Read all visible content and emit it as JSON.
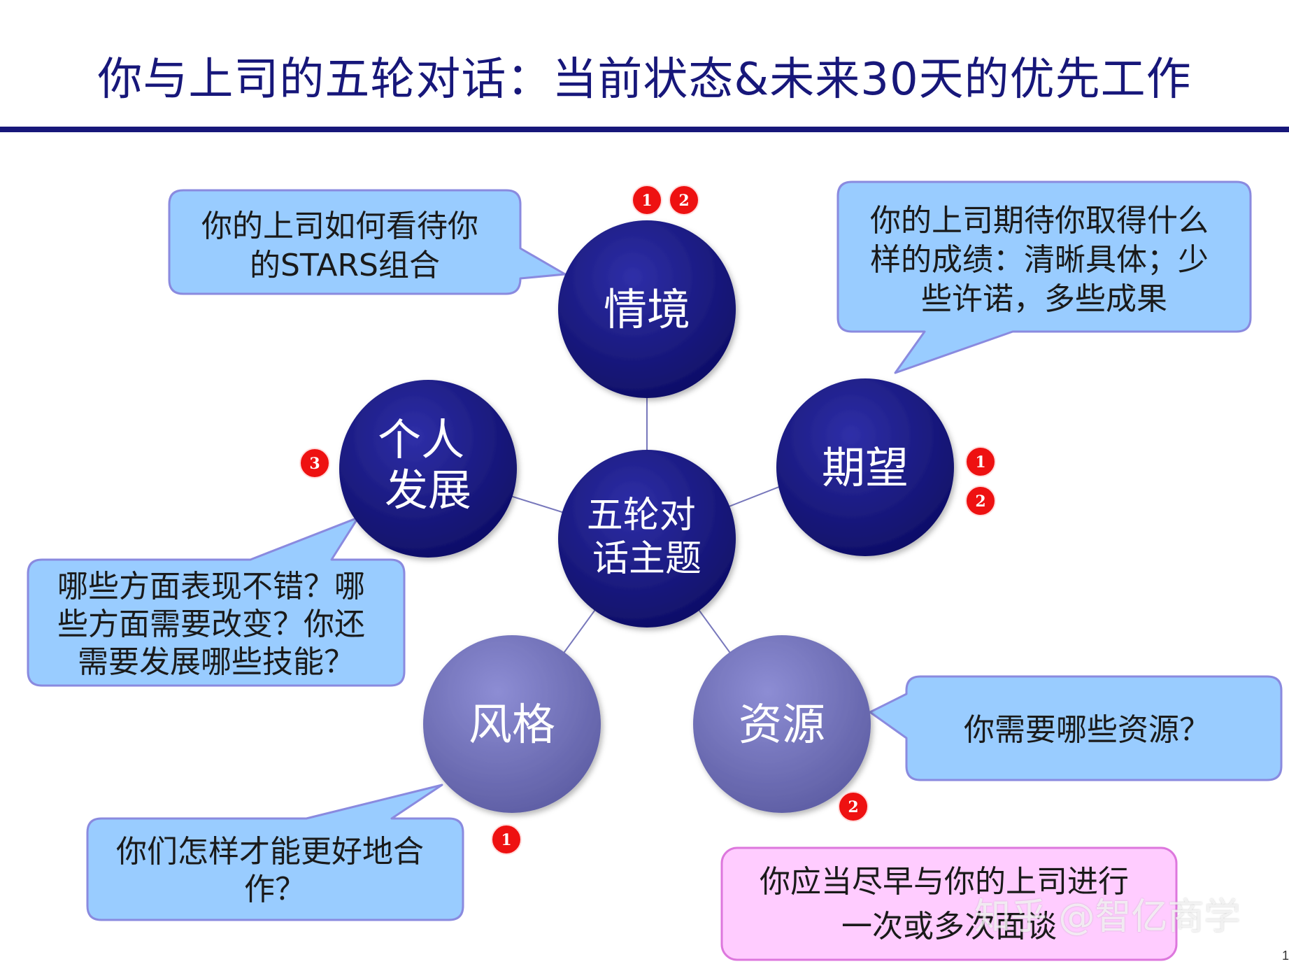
{
  "title": "你与上司的五轮对话：当前状态&未来30天的优先工作",
  "center": {
    "lines": [
      "五轮对",
      "话主题"
    ]
  },
  "topics": [
    {
      "id": "situation",
      "lines": [
        "情境"
      ]
    },
    {
      "id": "expectations",
      "lines": [
        "期望"
      ]
    },
    {
      "id": "development",
      "lines": [
        "个人",
        "发展"
      ]
    },
    {
      "id": "style",
      "lines": [
        "风格"
      ]
    },
    {
      "id": "resources",
      "lines": [
        "资源"
      ]
    }
  ],
  "callouts": [
    {
      "id": "situation",
      "lines": [
        "你的上司如何看待你",
        "的STARS组合"
      ]
    },
    {
      "id": "expectations",
      "lines": [
        "你的上司期待你取得什么",
        "样的成绩：清晰具体；少",
        "些许诺，多些成果"
      ]
    },
    {
      "id": "development",
      "lines": [
        "哪些方面表现不错？哪",
        "些方面需要改变？你还",
        "需要发展哪些技能？"
      ]
    },
    {
      "id": "style",
      "lines": [
        "你们怎样才能更好地合",
        "作？"
      ]
    },
    {
      "id": "resources",
      "lines": [
        "你需要哪些资源？"
      ]
    }
  ],
  "note": {
    "lines": [
      "你应当尽早与你的上司进行",
      "一次或多次面谈"
    ]
  },
  "badges": [
    {
      "id": "situation-1",
      "label": "1"
    },
    {
      "id": "situation-2",
      "label": "2"
    },
    {
      "id": "expectations-1",
      "label": "1"
    },
    {
      "id": "expectations-2",
      "label": "2"
    },
    {
      "id": "development-3",
      "label": "3"
    },
    {
      "id": "style-1",
      "label": "1"
    },
    {
      "id": "resources-2",
      "label": "2"
    }
  ],
  "watermark": "知乎 @智亿商学",
  "page_number": "1",
  "colors": {
    "title": "#17177a",
    "dark_circle": "#16167a",
    "light_circle": "#7a7ab8",
    "callout_fill": "#99ccff",
    "callout_stroke": "#8a8adf",
    "note_fill": "#ffccff",
    "note_stroke": "#dd77dd",
    "badge": "#ee1111"
  }
}
